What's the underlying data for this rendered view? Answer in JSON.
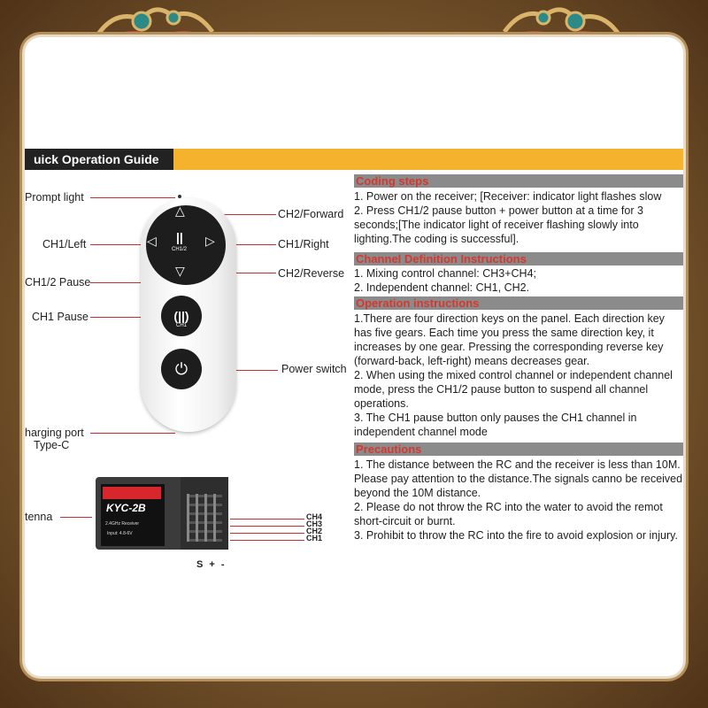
{
  "banner": {
    "title": "uick Operation Guide"
  },
  "labels": {
    "prompt_light": "Prompt light",
    "ch1_left": "CH1/Left",
    "ch12_pause": "CH1/2 Pause",
    "ch1_pause": "CH1 Pause",
    "charging_port": "harging port",
    "charging_type": "Type-C",
    "antenna": "tenna",
    "ch2_forward": "CH2/Forward",
    "ch1_right": "CH1/Right",
    "ch2_reverse": "CH2/Reverse",
    "power_switch": "Power switch"
  },
  "remote": {
    "pause_text": "CH1/2",
    "ch1_text": "CH1"
  },
  "receiver": {
    "model": "KYC-2B",
    "subtitle": "2.4GHz Receiver",
    "input": "Input: 4.8-6V",
    "channels": [
      "CH4",
      "CH3",
      "CH2",
      "CH1"
    ],
    "pins": "S + -"
  },
  "sections": {
    "coding": {
      "title": "Coding steps",
      "items": [
        "1. Power on the receiver; [Receiver: indicator light flashes slow",
        "2. Press CH1/2 pause button + power button at a time for 3 seconds;[The indicator light of receiver flashing slowly into lighting.The coding is successful]."
      ]
    },
    "channel": {
      "title": "Channel Definition Instructions",
      "items": [
        "1. Mixing control channel: CH3+CH4;",
        "2. Independent channel: CH1, CH2."
      ]
    },
    "operation": {
      "title": "Operation instructions",
      "items": [
        "1.There are four direction keys on the panel. Each direction key has five gears. Each time you press the same direction key, it increases by one gear. Pressing the corresponding reverse key (forward-back, left-right) means decreases gear.",
        "2. When using the mixed control channel or independent channel mode, press the CH1/2 pause button to suspend all channel operations.",
        "3. The CH1 pause button only pauses the CH1 channel in independent channel mode"
      ]
    },
    "precautions": {
      "title": "Precautions",
      "items": [
        "1. The distance between the RC and the receiver is less than 10M. Please pay attention to the distance.The signals canno be received beyond the 10M distance.",
        "2. Please do not throw the RC into the water to avoid the remot short-circuit or burnt.",
        "3. Prohibit to throw the RC into the fire to avoid explosion or injury."
      ]
    }
  },
  "colors": {
    "accent": "#f5b32d",
    "section_head_text": "#d6372e",
    "section_head_bg": "#8b8b8b",
    "frame": "#7a5a33"
  }
}
